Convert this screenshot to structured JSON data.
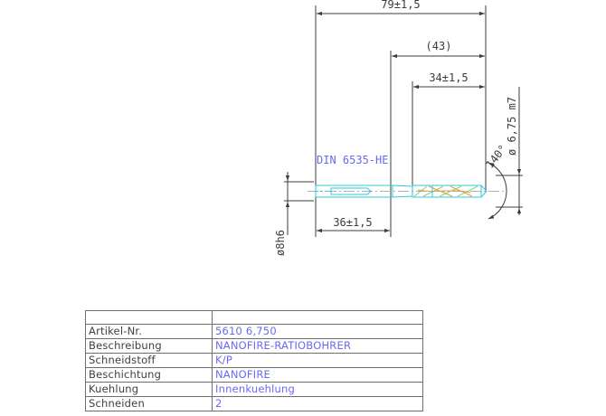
{
  "colors": {
    "dimension": "#3c3c3c",
    "accent_text": "#6a6af0",
    "outline_cyan": "#33c7d8",
    "flute_green": "#7ad48a",
    "flute_orange": "#e7a040",
    "table_border": "#6e6e6e"
  },
  "drawing": {
    "overall_length": "79±1,5",
    "reference_length": "(43)",
    "flute_length": "34±1,5",
    "shank_length": "36±1,5",
    "cutting_diameter": "ø 6,75 m7",
    "shank_diameter": "ø8h6",
    "point_angle": "140°",
    "standard": "DIN 6535-HE"
  },
  "spec_table": {
    "rows": [
      {
        "label": "Artikel-Nr.",
        "value": "5610 6,750"
      },
      {
        "label": "Beschreibung",
        "value": "NANOFIRE-RATIOBOHRER"
      },
      {
        "label": "Schneidstoff",
        "value": "K/P"
      },
      {
        "label": "Beschichtung",
        "value": "NANOFIRE"
      },
      {
        "label": "Kuehlung",
        "value": "Innenkuehlung"
      },
      {
        "label": "Schneiden",
        "value": "2"
      }
    ]
  }
}
